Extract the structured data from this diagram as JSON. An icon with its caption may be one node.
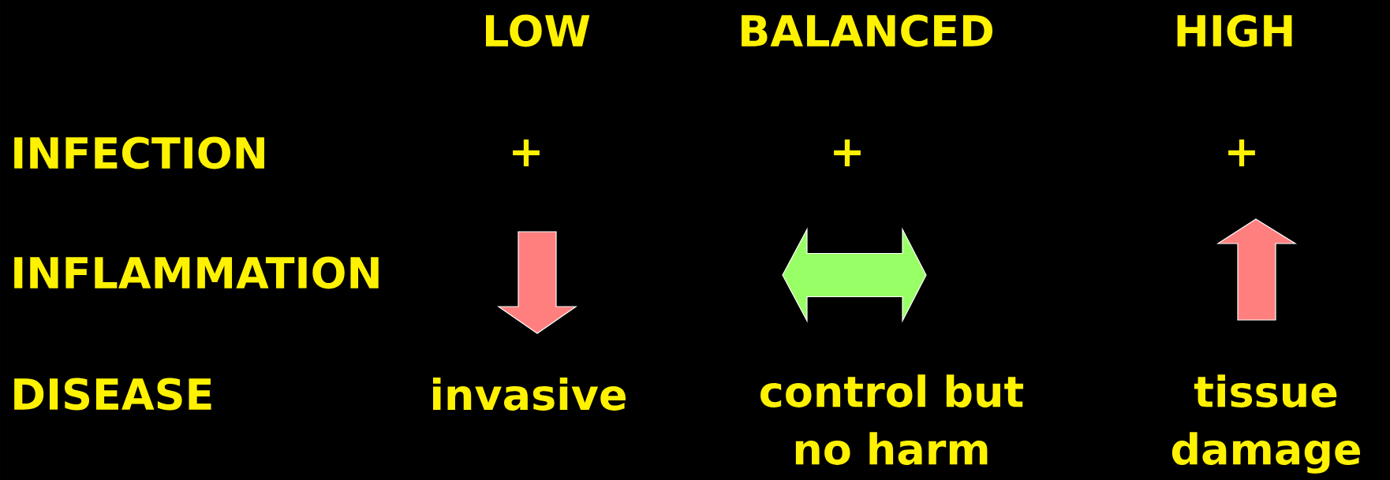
{
  "diagram": {
    "labels": [
      "LOW",
      "BALANCED",
      "HIGH",
      "INFECTION",
      "+",
      "+",
      "+",
      "INFLAMMATION",
      "DISEASE",
      "invasive",
      "control but no harm",
      "tissue damage"
    ]
  }
}
